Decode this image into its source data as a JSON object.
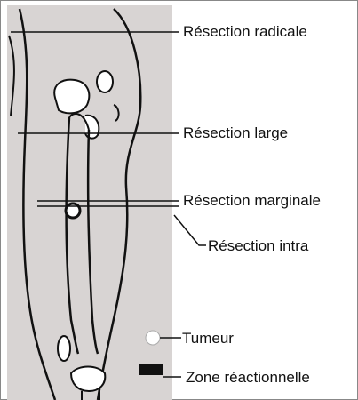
{
  "labels": {
    "radical": "Résection radicale",
    "large": "Résection large",
    "marginale": "Résection marginale",
    "intra": "Résection intra"
  },
  "legend": {
    "tumeur": "Tumeur",
    "zone": "Zone réactionnelle"
  },
  "colors": {
    "background": "#d8d4d3",
    "paper": "#ffffff",
    "ink": "#111111",
    "tumor_fill": "#ffffff",
    "zone_fill": "#111111"
  }
}
